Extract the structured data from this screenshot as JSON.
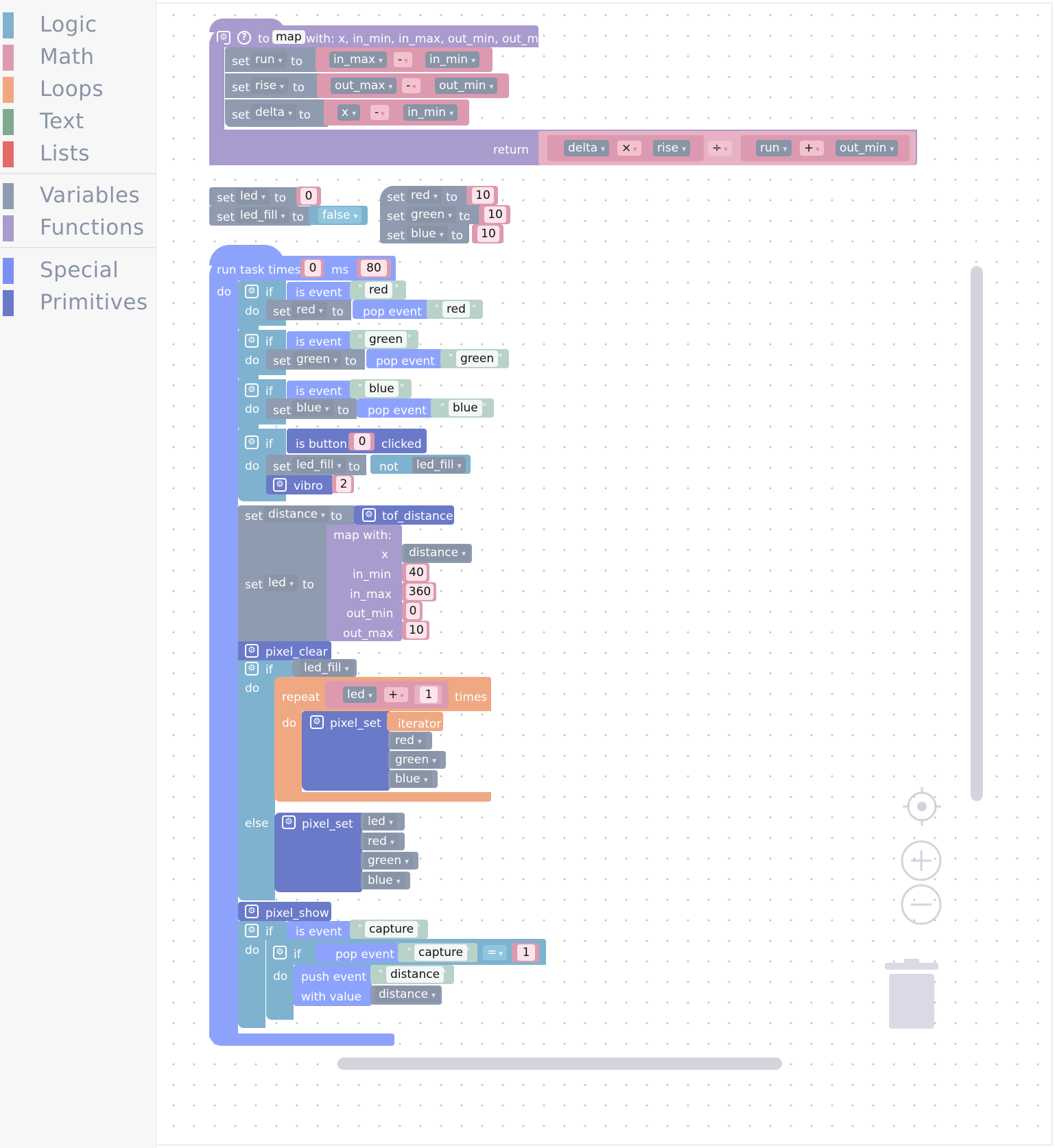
{
  "toolbox": {
    "categories": [
      {
        "label": "Logic",
        "color": "#7fb2cf"
      },
      {
        "label": "Math",
        "color": "#dc9ab0"
      },
      {
        "label": "Loops",
        "color": "#efa882"
      },
      {
        "label": "Text",
        "color": "#7fa890"
      },
      {
        "label": "Lists",
        "color": "#e56a6a"
      },
      {
        "label": "Variables",
        "color": "#8f9bb0"
      },
      {
        "label": "Functions",
        "color": "#a99bcd"
      },
      {
        "label": "Special",
        "color": "#7d8ff0"
      },
      {
        "label": "Primitives",
        "color": "#6b79c9"
      }
    ]
  },
  "kw": {
    "to": "to",
    "with_params": "with: x, in_min, in_max, out_min, out_max",
    "set": "set",
    "return": "return",
    "run_task_times": "run task times",
    "ms": "ms",
    "do": "do",
    "if": "if",
    "is_event": "is event",
    "pop_event": "pop event",
    "is_button": "is button",
    "clicked": "clicked",
    "not": "not",
    "vibro": "vibro",
    "tof_distance": "tof_distance",
    "map_with": "map  with:",
    "pixel_clear": "pixel_clear",
    "repeat": "repeat",
    "times": "times",
    "pixel_set": "pixel_set",
    "iterator": "iterator",
    "else": "else",
    "pixel_show": "pixel_show",
    "push_event": "push event",
    "with_value": "with value",
    "q": "\"",
    "gear": "⚙",
    "help": "?"
  },
  "func": {
    "name": "map",
    "params": [
      "x",
      "in_min",
      "in_max",
      "out_min",
      "out_max"
    ],
    "op_minus": "-",
    "op_mul": "×",
    "op_div": "÷",
    "op_plus": "+",
    "op_eq": "=",
    "vars": {
      "run": "run",
      "rise": "rise",
      "delta": "delta"
    }
  },
  "vars": {
    "led": "led",
    "led_fill": "led_fill",
    "red": "red",
    "green": "green",
    "blue": "blue",
    "distance": "distance"
  },
  "values": {
    "led_init": "0",
    "led_fill_init": "false",
    "red_init": "10",
    "green_init": "10",
    "blue_init": "10",
    "task_times": "0",
    "task_ms": "80",
    "button_index": "0",
    "vibro_count": "2",
    "map_in_min": "40",
    "map_in_max": "360",
    "map_out_min": "0",
    "map_out_max": "10",
    "repeat_add": "1",
    "capture_compare": "1"
  },
  "strings": {
    "red": "red",
    "green": "green",
    "blue": "blue",
    "capture": "capture",
    "distance": "distance"
  },
  "controls": {
    "center": "target-icon",
    "zoom_in": "plus-icon",
    "zoom_out": "minus-icon",
    "trash": "trash-icon"
  }
}
